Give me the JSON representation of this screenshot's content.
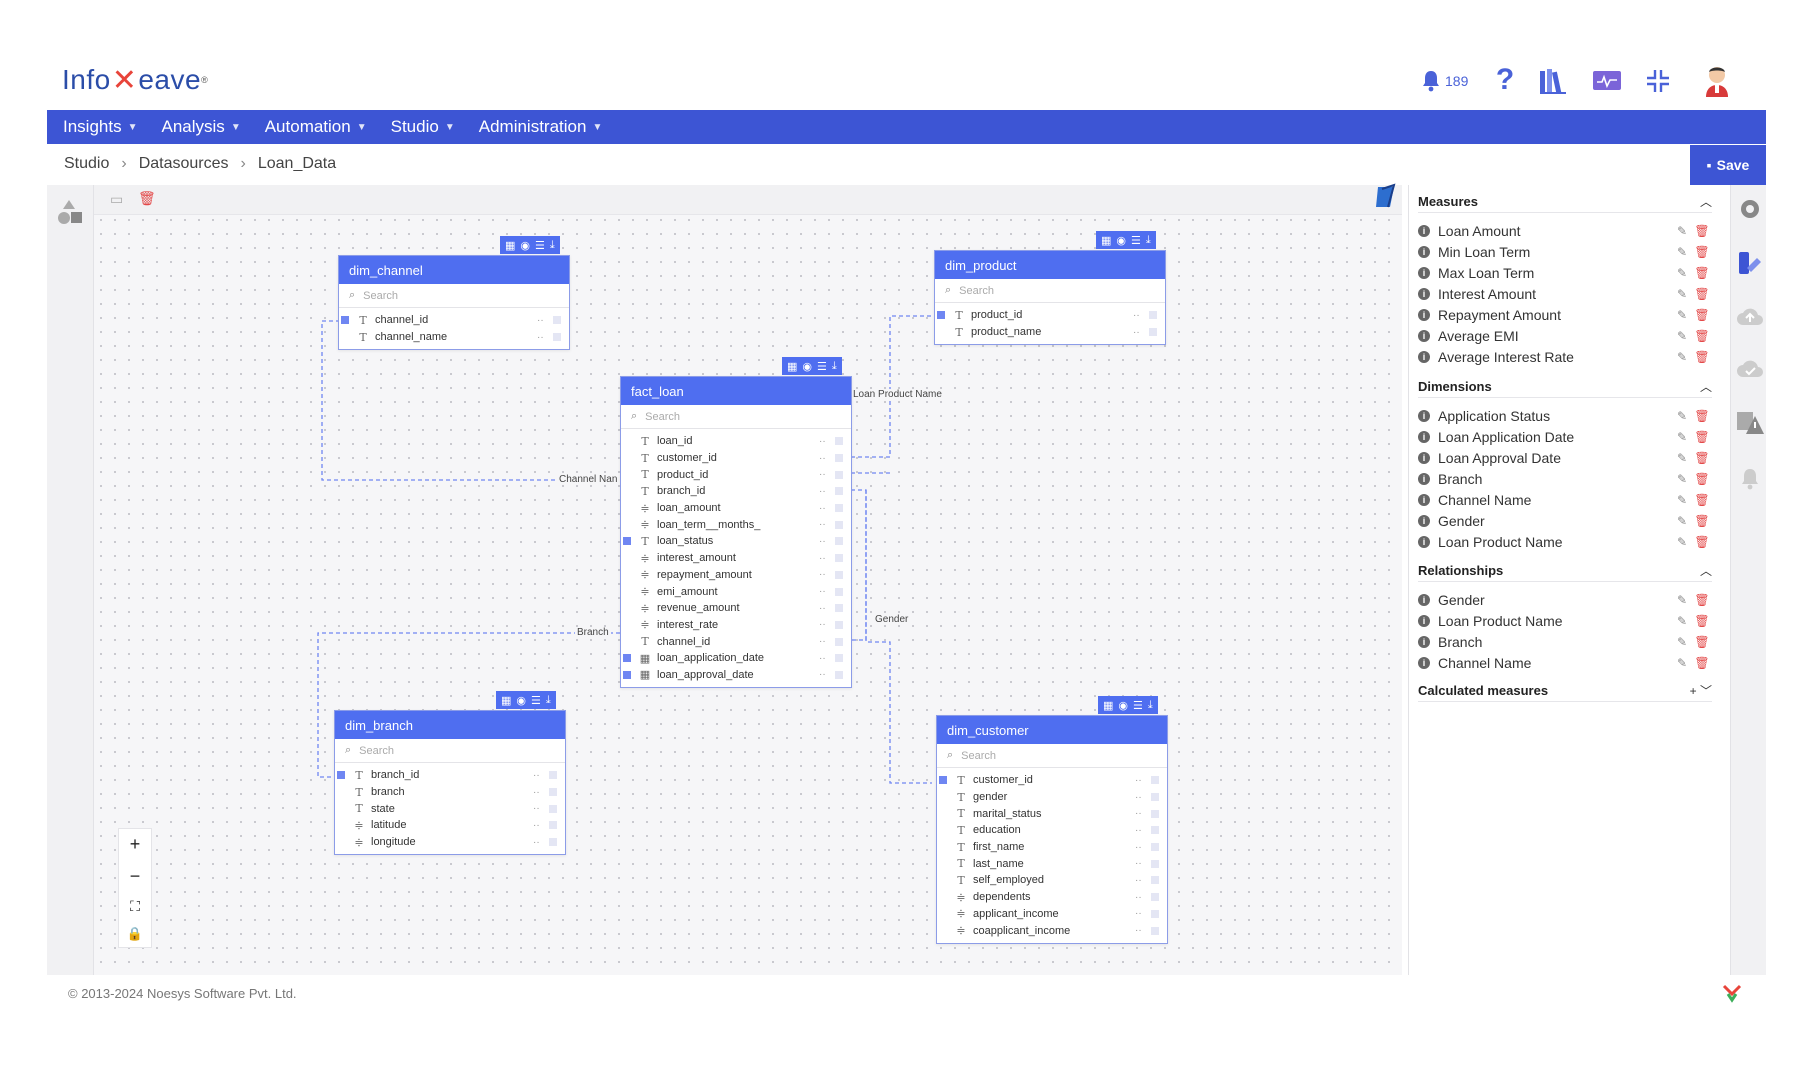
{
  "header": {
    "logo_text_left": "Info",
    "logo_text_right": "eave",
    "logo_reg": "®",
    "notification_count": "189",
    "help_glyph": "?"
  },
  "nav": {
    "items": [
      {
        "label": "Insights"
      },
      {
        "label": "Analysis"
      },
      {
        "label": "Automation"
      },
      {
        "label": "Studio"
      },
      {
        "label": "Administration"
      }
    ]
  },
  "breadcrumb": {
    "items": [
      "Studio",
      "Datasources",
      "Loan_Data"
    ]
  },
  "toolbar": {
    "save_label": "Save"
  },
  "tables": {
    "dim_channel": {
      "title": "dim_channel",
      "search_placeholder": "Search",
      "fields": [
        {
          "name": "channel_id",
          "type": "T",
          "selected": true
        },
        {
          "name": "channel_name",
          "type": "T",
          "selected": false
        }
      ]
    },
    "dim_product": {
      "title": "dim_product",
      "search_placeholder": "Search",
      "fields": [
        {
          "name": "product_id",
          "type": "T",
          "selected": true
        },
        {
          "name": "product_name",
          "type": "T",
          "selected": false
        }
      ]
    },
    "fact_loan": {
      "title": "fact_loan",
      "search_placeholder": "Search",
      "fields": [
        {
          "name": "loan_id",
          "type": "T",
          "selected": false
        },
        {
          "name": "customer_id",
          "type": "T",
          "selected": false
        },
        {
          "name": "product_id",
          "type": "T",
          "selected": false
        },
        {
          "name": "branch_id",
          "type": "T",
          "selected": false
        },
        {
          "name": "loan_amount",
          "type": "#",
          "selected": false
        },
        {
          "name": "loan_term__months_",
          "type": "#",
          "selected": false
        },
        {
          "name": "loan_status",
          "type": "T",
          "selected": true
        },
        {
          "name": "interest_amount",
          "type": "#",
          "selected": false
        },
        {
          "name": "repayment_amount",
          "type": "#",
          "selected": false
        },
        {
          "name": "emi_amount",
          "type": "#",
          "selected": false
        },
        {
          "name": "revenue_amount",
          "type": "#",
          "selected": false
        },
        {
          "name": "interest_rate",
          "type": "#",
          "selected": false
        },
        {
          "name": "channel_id",
          "type": "T",
          "selected": false
        },
        {
          "name": "loan_application_date",
          "type": "D",
          "selected": true
        },
        {
          "name": "loan_approval_date",
          "type": "D",
          "selected": true
        }
      ]
    },
    "dim_branch": {
      "title": "dim_branch",
      "search_placeholder": "Search",
      "fields": [
        {
          "name": "branch_id",
          "type": "T",
          "selected": true
        },
        {
          "name": "branch",
          "type": "T",
          "selected": false
        },
        {
          "name": "state",
          "type": "T",
          "selected": false
        },
        {
          "name": "latitude",
          "type": "#",
          "selected": false
        },
        {
          "name": "longitude",
          "type": "#",
          "selected": false
        }
      ]
    },
    "dim_customer": {
      "title": "dim_customer",
      "search_placeholder": "Search",
      "fields": [
        {
          "name": "customer_id",
          "type": "T",
          "selected": true
        },
        {
          "name": "gender",
          "type": "T",
          "selected": false
        },
        {
          "name": "marital_status",
          "type": "T",
          "selected": false
        },
        {
          "name": "education",
          "type": "T",
          "selected": false
        },
        {
          "name": "first_name",
          "type": "T",
          "selected": false
        },
        {
          "name": "last_name",
          "type": "T",
          "selected": false
        },
        {
          "name": "self_employed",
          "type": "T",
          "selected": false
        },
        {
          "name": "dependents",
          "type": "#",
          "selected": false
        },
        {
          "name": "applicant_income",
          "type": "#",
          "selected": false
        },
        {
          "name": "coapplicant_income",
          "type": "#",
          "selected": false
        }
      ]
    }
  },
  "relations": {
    "channel": "Channel Nan",
    "product": "Loan Product Name",
    "branch": "Branch",
    "gender": "Gender"
  },
  "sidebar": {
    "measures_title": "Measures",
    "measures": [
      "Loan Amount",
      "Min Loan Term",
      "Max Loan Term",
      "Interest Amount",
      "Repayment Amount",
      "Average EMI",
      "Average Interest Rate"
    ],
    "dimensions_title": "Dimensions",
    "dimensions": [
      "Application Status",
      "Loan Application Date",
      "Loan Approval Date",
      "Branch",
      "Channel Name",
      "Gender",
      "Loan Product Name"
    ],
    "relationships_title": "Relationships",
    "relationships": [
      "Gender",
      "Loan Product Name",
      "Branch",
      "Channel Name"
    ],
    "calculated_title": "Calculated measures"
  },
  "footer": {
    "copyright": "© 2013-2024 Noesys Software Pvt. Ltd."
  },
  "colors": {
    "brand_blue": "#3d55d4",
    "table_header": "#4f6ef0",
    "delete_red": "#e34848"
  }
}
